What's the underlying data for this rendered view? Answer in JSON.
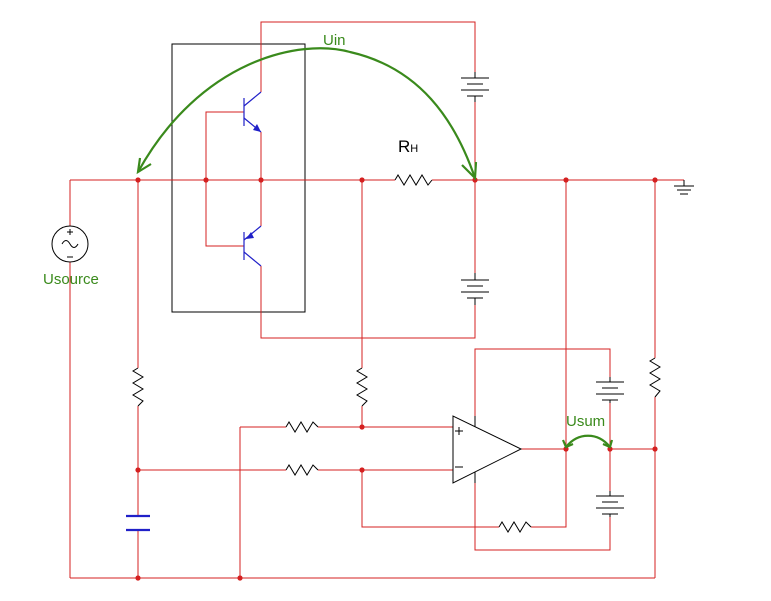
{
  "labels": {
    "uin": "Uin",
    "rh_main": "R",
    "rh_sub": "H",
    "usource": "Usource",
    "usum": "Usum"
  },
  "colors": {
    "wire": "#d42020",
    "component": "#2020c8",
    "annotation": "#3a8a1c",
    "box": "#000000"
  }
}
